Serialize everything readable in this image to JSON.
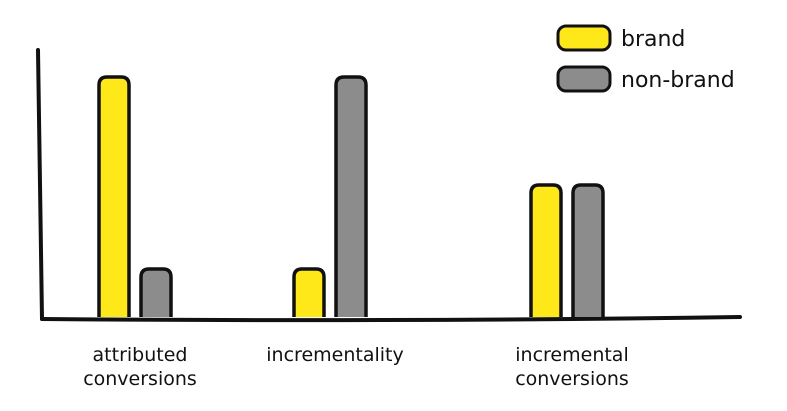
{
  "chart_data": {
    "type": "bar",
    "categories": [
      [
        "attributed",
        "conversions"
      ],
      [
        "incrementality"
      ],
      [
        "incremental",
        "conversions"
      ]
    ],
    "series": [
      {
        "name": "brand",
        "color": "#ffe81a",
        "values": [
          100,
          20,
          55
        ]
      },
      {
        "name": "non-brand",
        "color": "#8c8c8c",
        "values": [
          20,
          100,
          55
        ]
      }
    ],
    "title": "",
    "xlabel": "",
    "ylabel": "",
    "ylim": [
      0,
      100
    ],
    "grid": false,
    "legend_position": "top-right",
    "outline_color": "#111111"
  }
}
